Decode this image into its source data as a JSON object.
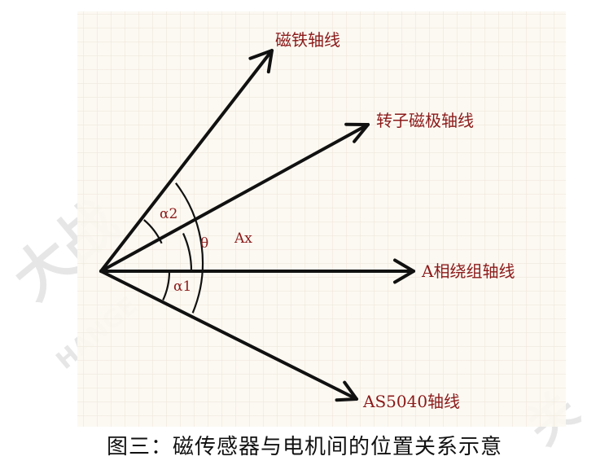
{
  "diagram": {
    "labels": {
      "magnet_axis": "磁铁轴线",
      "rotor_axis": "转子磁极轴线",
      "phase_a_axis": "A相绕组轴线",
      "sensor_axis": "AS5040轴线"
    },
    "angles": {
      "alpha2": "α2",
      "theta": "θ",
      "alpha1": "α1",
      "ax": "Ax"
    }
  },
  "caption": "图三：磁传感器与电机间的位置关系示意",
  "colors": {
    "background": "#fcf8f1",
    "grid": "#ece4d8",
    "arrow": "#111111",
    "label": "#8b1a1a"
  }
}
